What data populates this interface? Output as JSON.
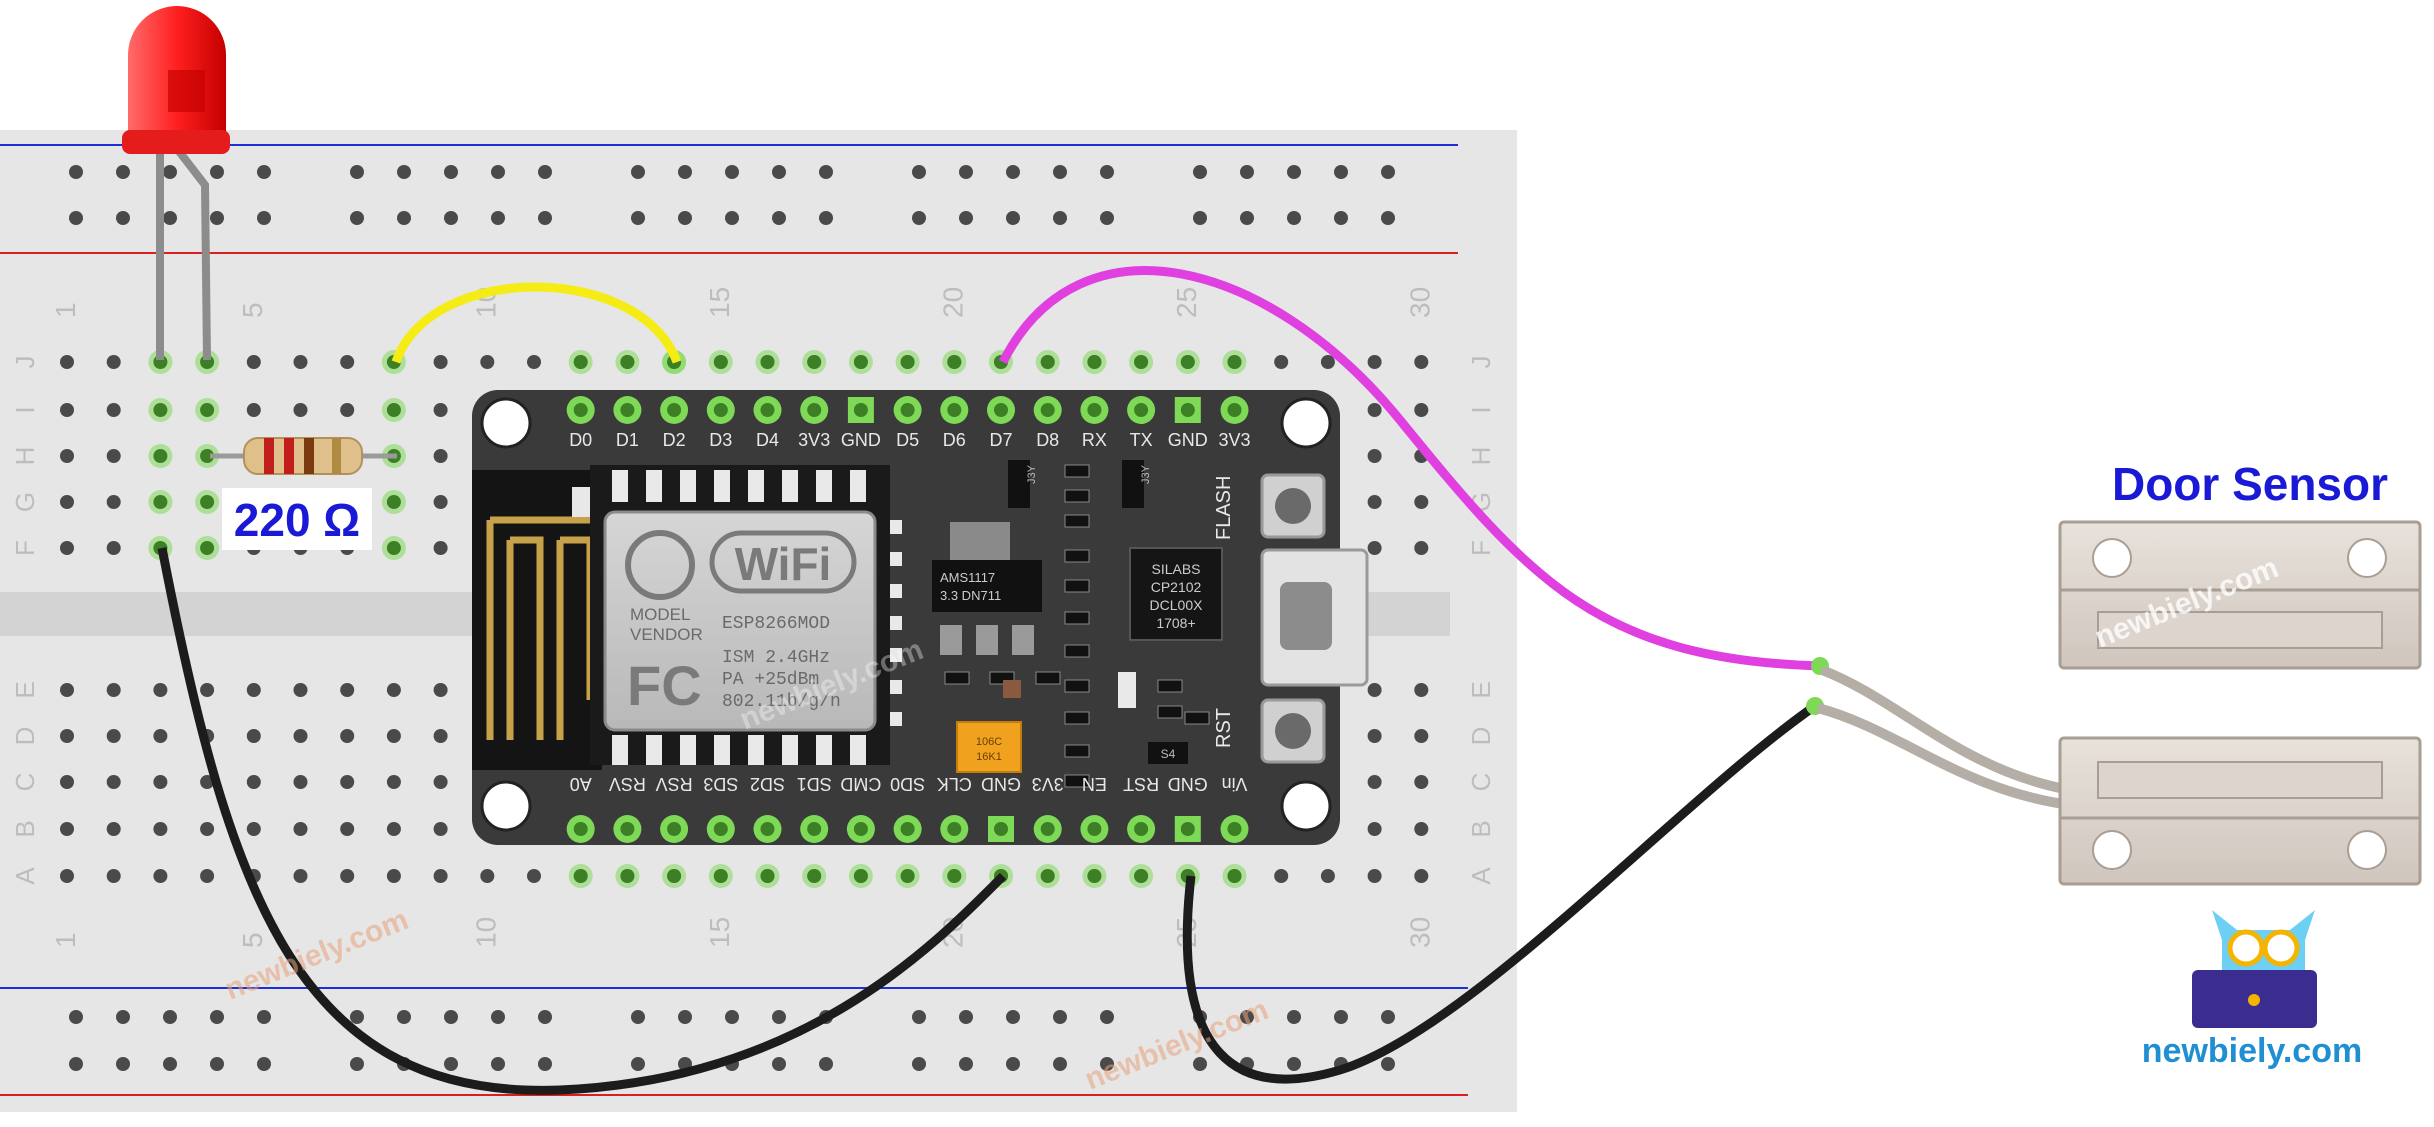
{
  "breadboard": {
    "colors": {
      "body": "#e6e6e6",
      "hole": "#4a4a4a",
      "hole_active": "#7ed957",
      "rail_red": "#d92020",
      "rail_blue": "#1d2fd6",
      "channel": "#d3d3d3",
      "numbers": "#bdbdbd"
    },
    "column_numbers": [
      "1",
      "5",
      "10",
      "15",
      "20",
      "25",
      "30"
    ],
    "row_letters_top": [
      "J",
      "I",
      "H",
      "G",
      "F"
    ],
    "row_letters_bottom": [
      "E",
      "D",
      "C",
      "B",
      "A"
    ]
  },
  "led": {
    "name": "red-led",
    "color": "#ff2020"
  },
  "resistor": {
    "label": "220 Ω",
    "label_color": "#1a1ad6"
  },
  "board": {
    "color": "#3a3a3a",
    "top_pins": [
      "D0",
      "D1",
      "D2",
      "D3",
      "D4",
      "3V3",
      "GND",
      "D5",
      "D6",
      "D7",
      "D8",
      "RX",
      "TX",
      "GND",
      "3V3"
    ],
    "bottom_pins": [
      "A0",
      "RSV",
      "RSV",
      "SD3",
      "SD2",
      "SD1",
      "CMD",
      "SD0",
      "CLK",
      "GND",
      "3V3",
      "EN",
      "RST",
      "GND",
      "Vin"
    ],
    "module": {
      "wifi_logo": "WiFi",
      "vendor_lines": [
        "MODEL",
        "VENDOR"
      ],
      "model": "ESP8266MOD",
      "specs": [
        "ISM 2.4GHz",
        "PA  +25dBm",
        "802.11b/g/n"
      ],
      "fc_mark": "FC"
    },
    "regulator_text": [
      "AMS1117",
      "3.3  DN711"
    ],
    "usb_chip_text": [
      "SILABS",
      "CP2102",
      "DCL00X",
      "1708+"
    ],
    "capacitor_text": [
      "106C",
      "16K1"
    ],
    "small_chip_labels": [
      "J3Y",
      "J3Y",
      "S4"
    ],
    "button_labels": [
      "FLASH",
      "RST"
    ]
  },
  "wires": {
    "yellow": "#f5ec15",
    "magenta": "#e040e0",
    "black": "#1c1c1c"
  },
  "sensor": {
    "title": "Door Sensor",
    "title_color": "#1a1ad6"
  },
  "brand": {
    "name": "newbiely.com",
    "color": "#1f8fd1"
  },
  "watermarks": [
    "newbiely.com",
    "newbiely.com",
    "newbiely.com",
    "newbiely.com"
  ]
}
